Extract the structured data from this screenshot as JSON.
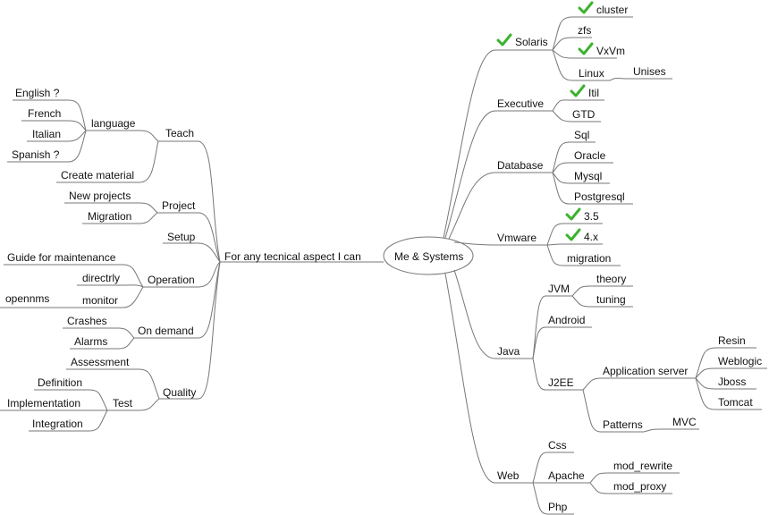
{
  "center": {
    "label": "Me & Systems"
  },
  "left": {
    "main": "For any tecnical aspect I can",
    "teach": "Teach",
    "language": "language",
    "english": "English ?",
    "french": "French",
    "italian": "Italian",
    "spanish": "Spanish ?",
    "create_material": "Create material",
    "project": "Project",
    "new_projects": "New projects",
    "migration": "Migration",
    "setup": "Setup",
    "operation": "Operation",
    "guide": "Guide for maintenance",
    "directly": "directrly",
    "monitor": "monitor",
    "opennms": "opennms",
    "on_demand": "On demand",
    "crashes": "Crashes",
    "alarms": "Alarms",
    "quality": "Quality",
    "assessment": "Assessment",
    "test": "Test",
    "definition": "Definition",
    "implementation": "Implementation",
    "integration": "Integration"
  },
  "right": {
    "solaris": "Solaris",
    "cluster": "cluster",
    "zfs": "zfs",
    "vxvm": "VxVm",
    "linux": "Linux",
    "unises": "Unises",
    "executive": "Executive",
    "itil": "Itil",
    "gtd": "GTD",
    "database": "Database",
    "sql": "Sql",
    "oracle": "Oracle",
    "mysql": "Mysql",
    "postgresql": "Postgresql",
    "vmware": "Vmware",
    "v35": "3.5",
    "v4x": "4.x",
    "vm_migration": "migration",
    "java": "Java",
    "jvm": "JVM",
    "theory": "theory",
    "tuning": "tuning",
    "android": "Android",
    "j2ee": "J2EE",
    "app_server": "Application server",
    "resin": "Resin",
    "weblogic": "Weblogic",
    "jboss": "Jboss",
    "tomcat": "Tomcat",
    "patterns": "Patterns",
    "mvc": "MVC",
    "web": "Web",
    "css": "Css",
    "apache": "Apache",
    "mod_rewrite": "mod_rewrite",
    "mod_proxy": "mod_proxy",
    "php": "Php"
  },
  "colors": {
    "line": "#777777",
    "check": "#3cb22e",
    "text": "#111111"
  }
}
